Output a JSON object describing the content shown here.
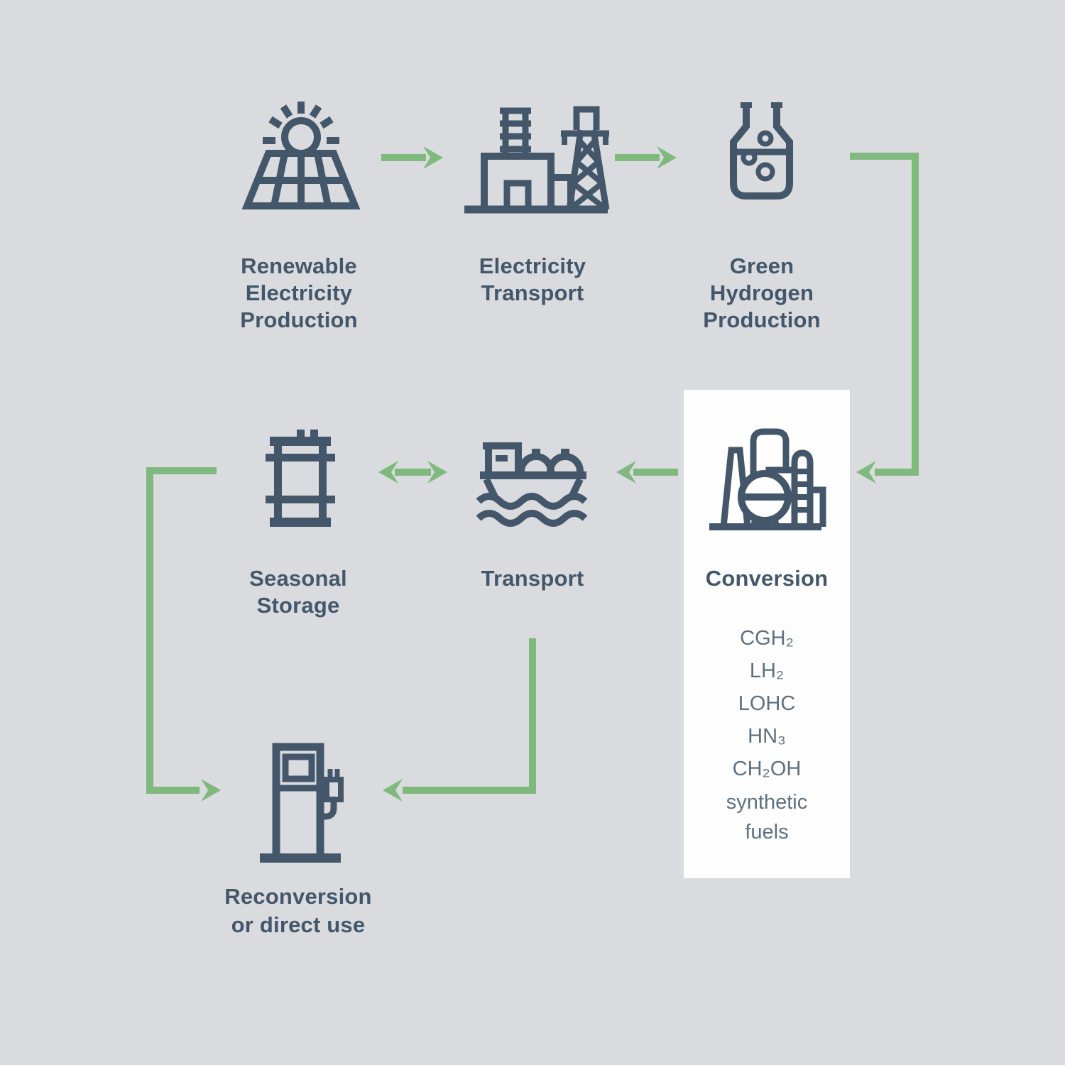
{
  "title": "Green hydrogen supply chain diagram",
  "colors": {
    "background": "#d9dbde",
    "icon_stroke": "#44576a",
    "arrow_green": "#7fb97e",
    "panel_white": "#fefefe",
    "label_text": "#44576a",
    "list_text": "#5e7080"
  },
  "nodes": {
    "renewable": {
      "label": "Renewable\nElectricity\nProduction",
      "icon": "solar-panel-icon"
    },
    "electricity_transport": {
      "label": "Electricity\nTransport",
      "icon": "power-plant-pylon-icon"
    },
    "green_hydrogen": {
      "label": "Green\nHydrogen\nProduction",
      "icon": "flask-icon"
    },
    "seasonal_storage": {
      "label": "Seasonal\nStorage",
      "icon": "barrel-icon"
    },
    "transport": {
      "label": "Transport",
      "icon": "tanker-ship-icon"
    },
    "conversion": {
      "label": "Conversion",
      "icon": "refinery-icon",
      "items": [
        "CGH₂",
        "LH₂",
        "LOHC",
        "HN₃",
        "CH₂OH",
        "synthetic fuels"
      ]
    },
    "reconversion": {
      "label": "Reconversion\nor direct use",
      "icon": "fuel-pump-icon"
    }
  },
  "edges": [
    {
      "from": "renewable",
      "to": "electricity_transport"
    },
    {
      "from": "electricity_transport",
      "to": "green_hydrogen"
    },
    {
      "from": "green_hydrogen",
      "to": "conversion"
    },
    {
      "from": "conversion",
      "to": "transport"
    },
    {
      "from": "transport",
      "to": "seasonal_storage",
      "bidirectional": true
    },
    {
      "from": "seasonal_storage",
      "to": "reconversion"
    },
    {
      "from": "transport",
      "to": "reconversion"
    }
  ]
}
